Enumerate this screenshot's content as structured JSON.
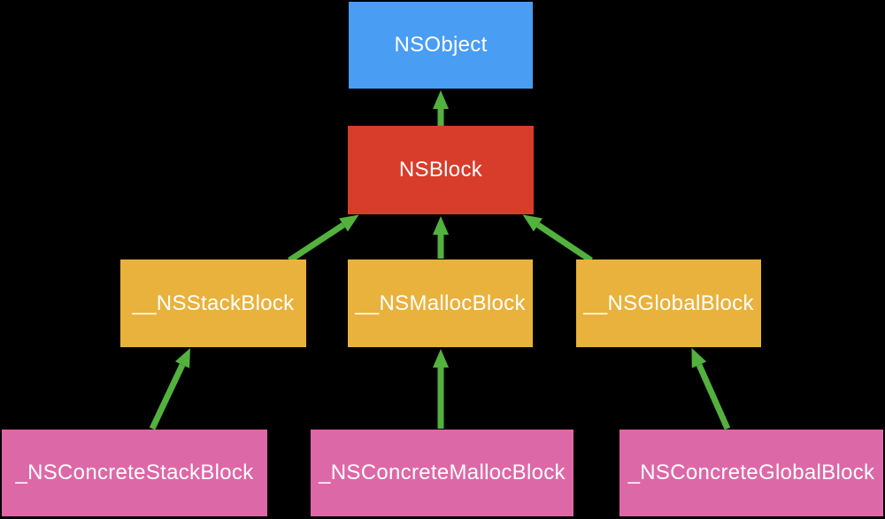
{
  "diagram": {
    "background": "#000000",
    "text_color": "#FFFFFF",
    "arrow_color": "#53B13E",
    "nodes": [
      {
        "id": "nsobject",
        "label": "NSObject",
        "color": "#499DF3"
      },
      {
        "id": "nsblock",
        "label": "NSBlock",
        "color": "#D83C2B"
      },
      {
        "id": "nsstackblock",
        "label": "__NSStackBlock",
        "color": "#E8B23C"
      },
      {
        "id": "nsmallocblock",
        "label": "__NSMallocBlock",
        "color": "#E8B23C"
      },
      {
        "id": "nsglobalblock",
        "label": "__NSGlobalBlock",
        "color": "#E8B23C"
      },
      {
        "id": "nsconcretestackblock",
        "label": "_NSConcreteStackBlock",
        "color": "#DD68A7"
      },
      {
        "id": "nsconcretemallocblock",
        "label": "_NSConcreteMallocBlock",
        "color": "#DD68A7"
      },
      {
        "id": "nsconcreteglobalblock",
        "label": "_NSConcreteGlobalBlock",
        "color": "#DD68A7"
      }
    ],
    "edges": [
      {
        "from": "NSBlock",
        "to": "NSObject"
      },
      {
        "from": "__NSStackBlock",
        "to": "NSBlock"
      },
      {
        "from": "__NSMallocBlock",
        "to": "NSBlock"
      },
      {
        "from": "__NSGlobalBlock",
        "to": "NSBlock"
      },
      {
        "from": "_NSConcreteStackBlock",
        "to": "__NSStackBlock"
      },
      {
        "from": "_NSConcreteMallocBlock",
        "to": "__NSMallocBlock"
      },
      {
        "from": "_NSConcreteGlobalBlock",
        "to": "__NSGlobalBlock"
      }
    ]
  }
}
